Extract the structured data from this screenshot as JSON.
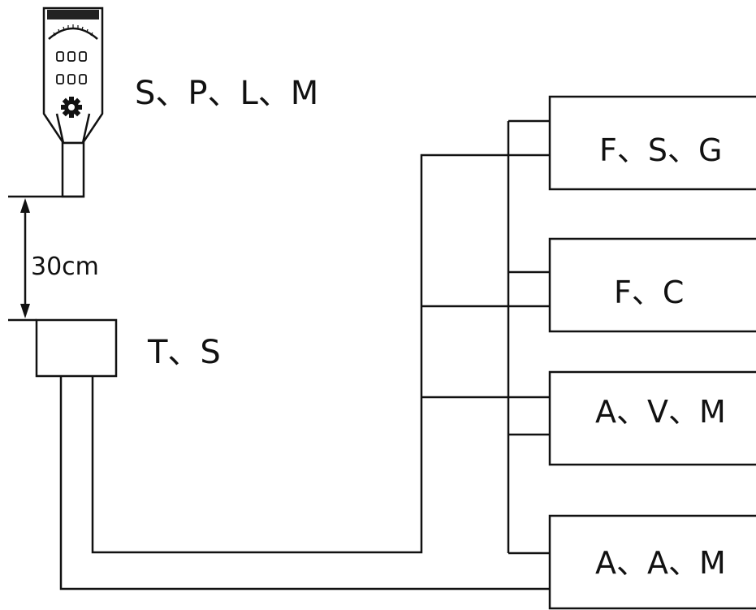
{
  "sensor_label": "S、P、L、M",
  "distance_label": "30cm",
  "probe_label": "T、S",
  "boxes": [
    {
      "label": "F、S、G"
    },
    {
      "label": "F、C"
    },
    {
      "label": "A、V、M"
    },
    {
      "label": "A、A、M"
    }
  ]
}
